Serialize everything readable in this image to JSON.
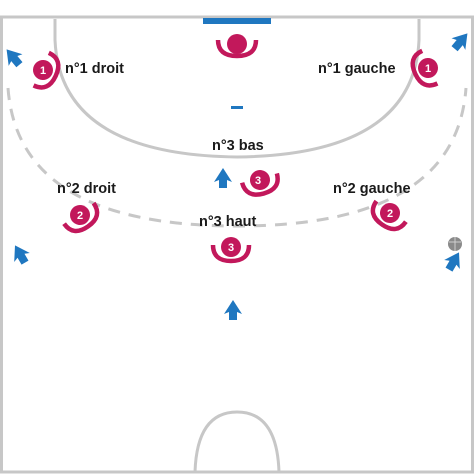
{
  "colors": {
    "court_line": "#c7c7c7",
    "goal": "#1f77c0",
    "defender": "#c2185b",
    "attacker": "#1f77c0",
    "ball": "#8a8a8a"
  },
  "labels": {
    "n1_droit": "n°1 droit",
    "n1_gauche": "n°1 gauche",
    "n3_bas": "n°3 bas",
    "n2_droit": "n°2 droit",
    "n2_gauche": "n°2 gauche",
    "n3_haut": "n°3 haut"
  },
  "defenders": [
    {
      "name": "defender-goalkeeper",
      "number": ""
    },
    {
      "name": "defender-1-left",
      "number": "1"
    },
    {
      "name": "defender-1-right",
      "number": "1"
    },
    {
      "name": "defender-3-bas",
      "number": "3"
    },
    {
      "name": "defender-2-left",
      "number": "2"
    },
    {
      "name": "defender-2-right",
      "number": "2"
    },
    {
      "name": "defender-3-haut",
      "number": "3"
    }
  ],
  "icons": {
    "attacker": "attacker-arrow-icon",
    "ball": "handball-icon",
    "defender": "defender-icon"
  }
}
